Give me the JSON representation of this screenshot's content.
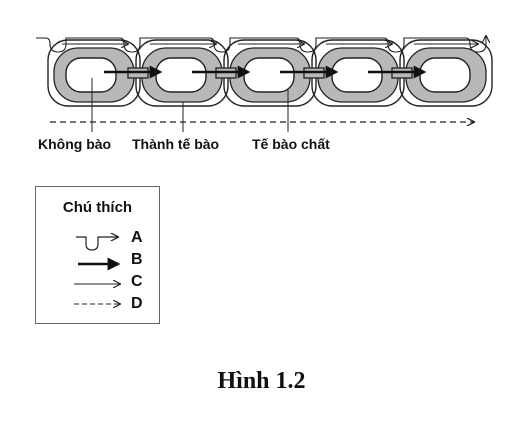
{
  "labels": {
    "vacuole": "Không bào",
    "cell_wall": "Thành tế bào",
    "cytoplasm": "Tế bào chất"
  },
  "legend": {
    "title": "Chú thích",
    "items": [
      {
        "letter": "A",
        "icon": "u-dip-arrow-icon"
      },
      {
        "letter": "B",
        "icon": "bold-arrow-icon"
      },
      {
        "letter": "C",
        "icon": "thin-arrow-icon"
      },
      {
        "letter": "D",
        "icon": "dashed-arrow-icon"
      }
    ]
  },
  "caption": "Hình 1.2",
  "colors": {
    "cytoplasm_fill": "#b8b8b8",
    "line": "#222222",
    "background": "#ffffff"
  }
}
